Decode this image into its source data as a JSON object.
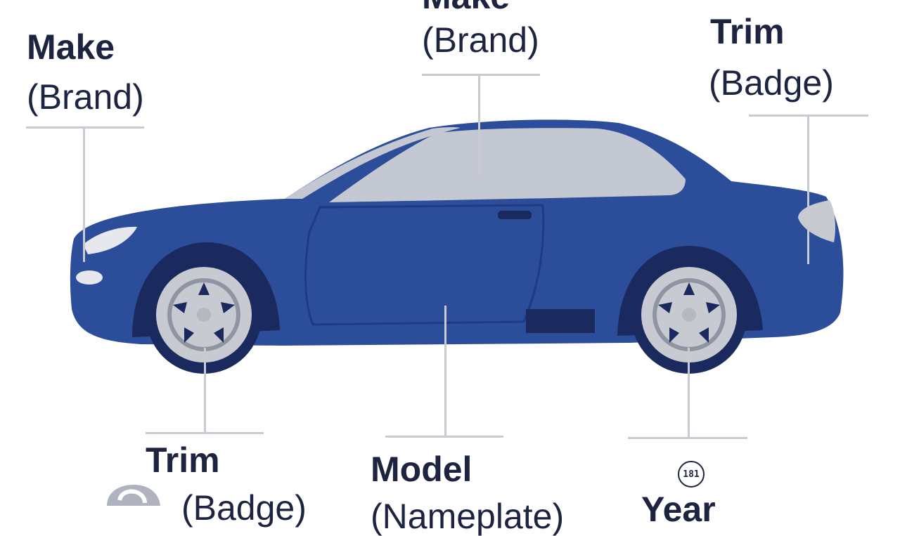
{
  "labels": {
    "top_left_bold": "Make",
    "top_left_normal": "(Brand)",
    "top_center_bold": "Make",
    "top_center_normal": "(Brand)",
    "top_right_bold": "Trim",
    "top_right_normal": "(Badge)",
    "bottom_left_bold": "Trim",
    "bottom_left_normal": "(Badge)",
    "bottom_center_bold": "Model",
    "bottom_center_normal": "(Nameplate)",
    "bottom_right_bold": "Year",
    "year_badge": "181"
  },
  "colors": {
    "body": "#2c4d9a",
    "body_dark": "#1a2a5e",
    "glass": "#c4c8d2",
    "rim": "#c8cad2",
    "text": "#1d2440",
    "leader": "#c9cbd3"
  }
}
